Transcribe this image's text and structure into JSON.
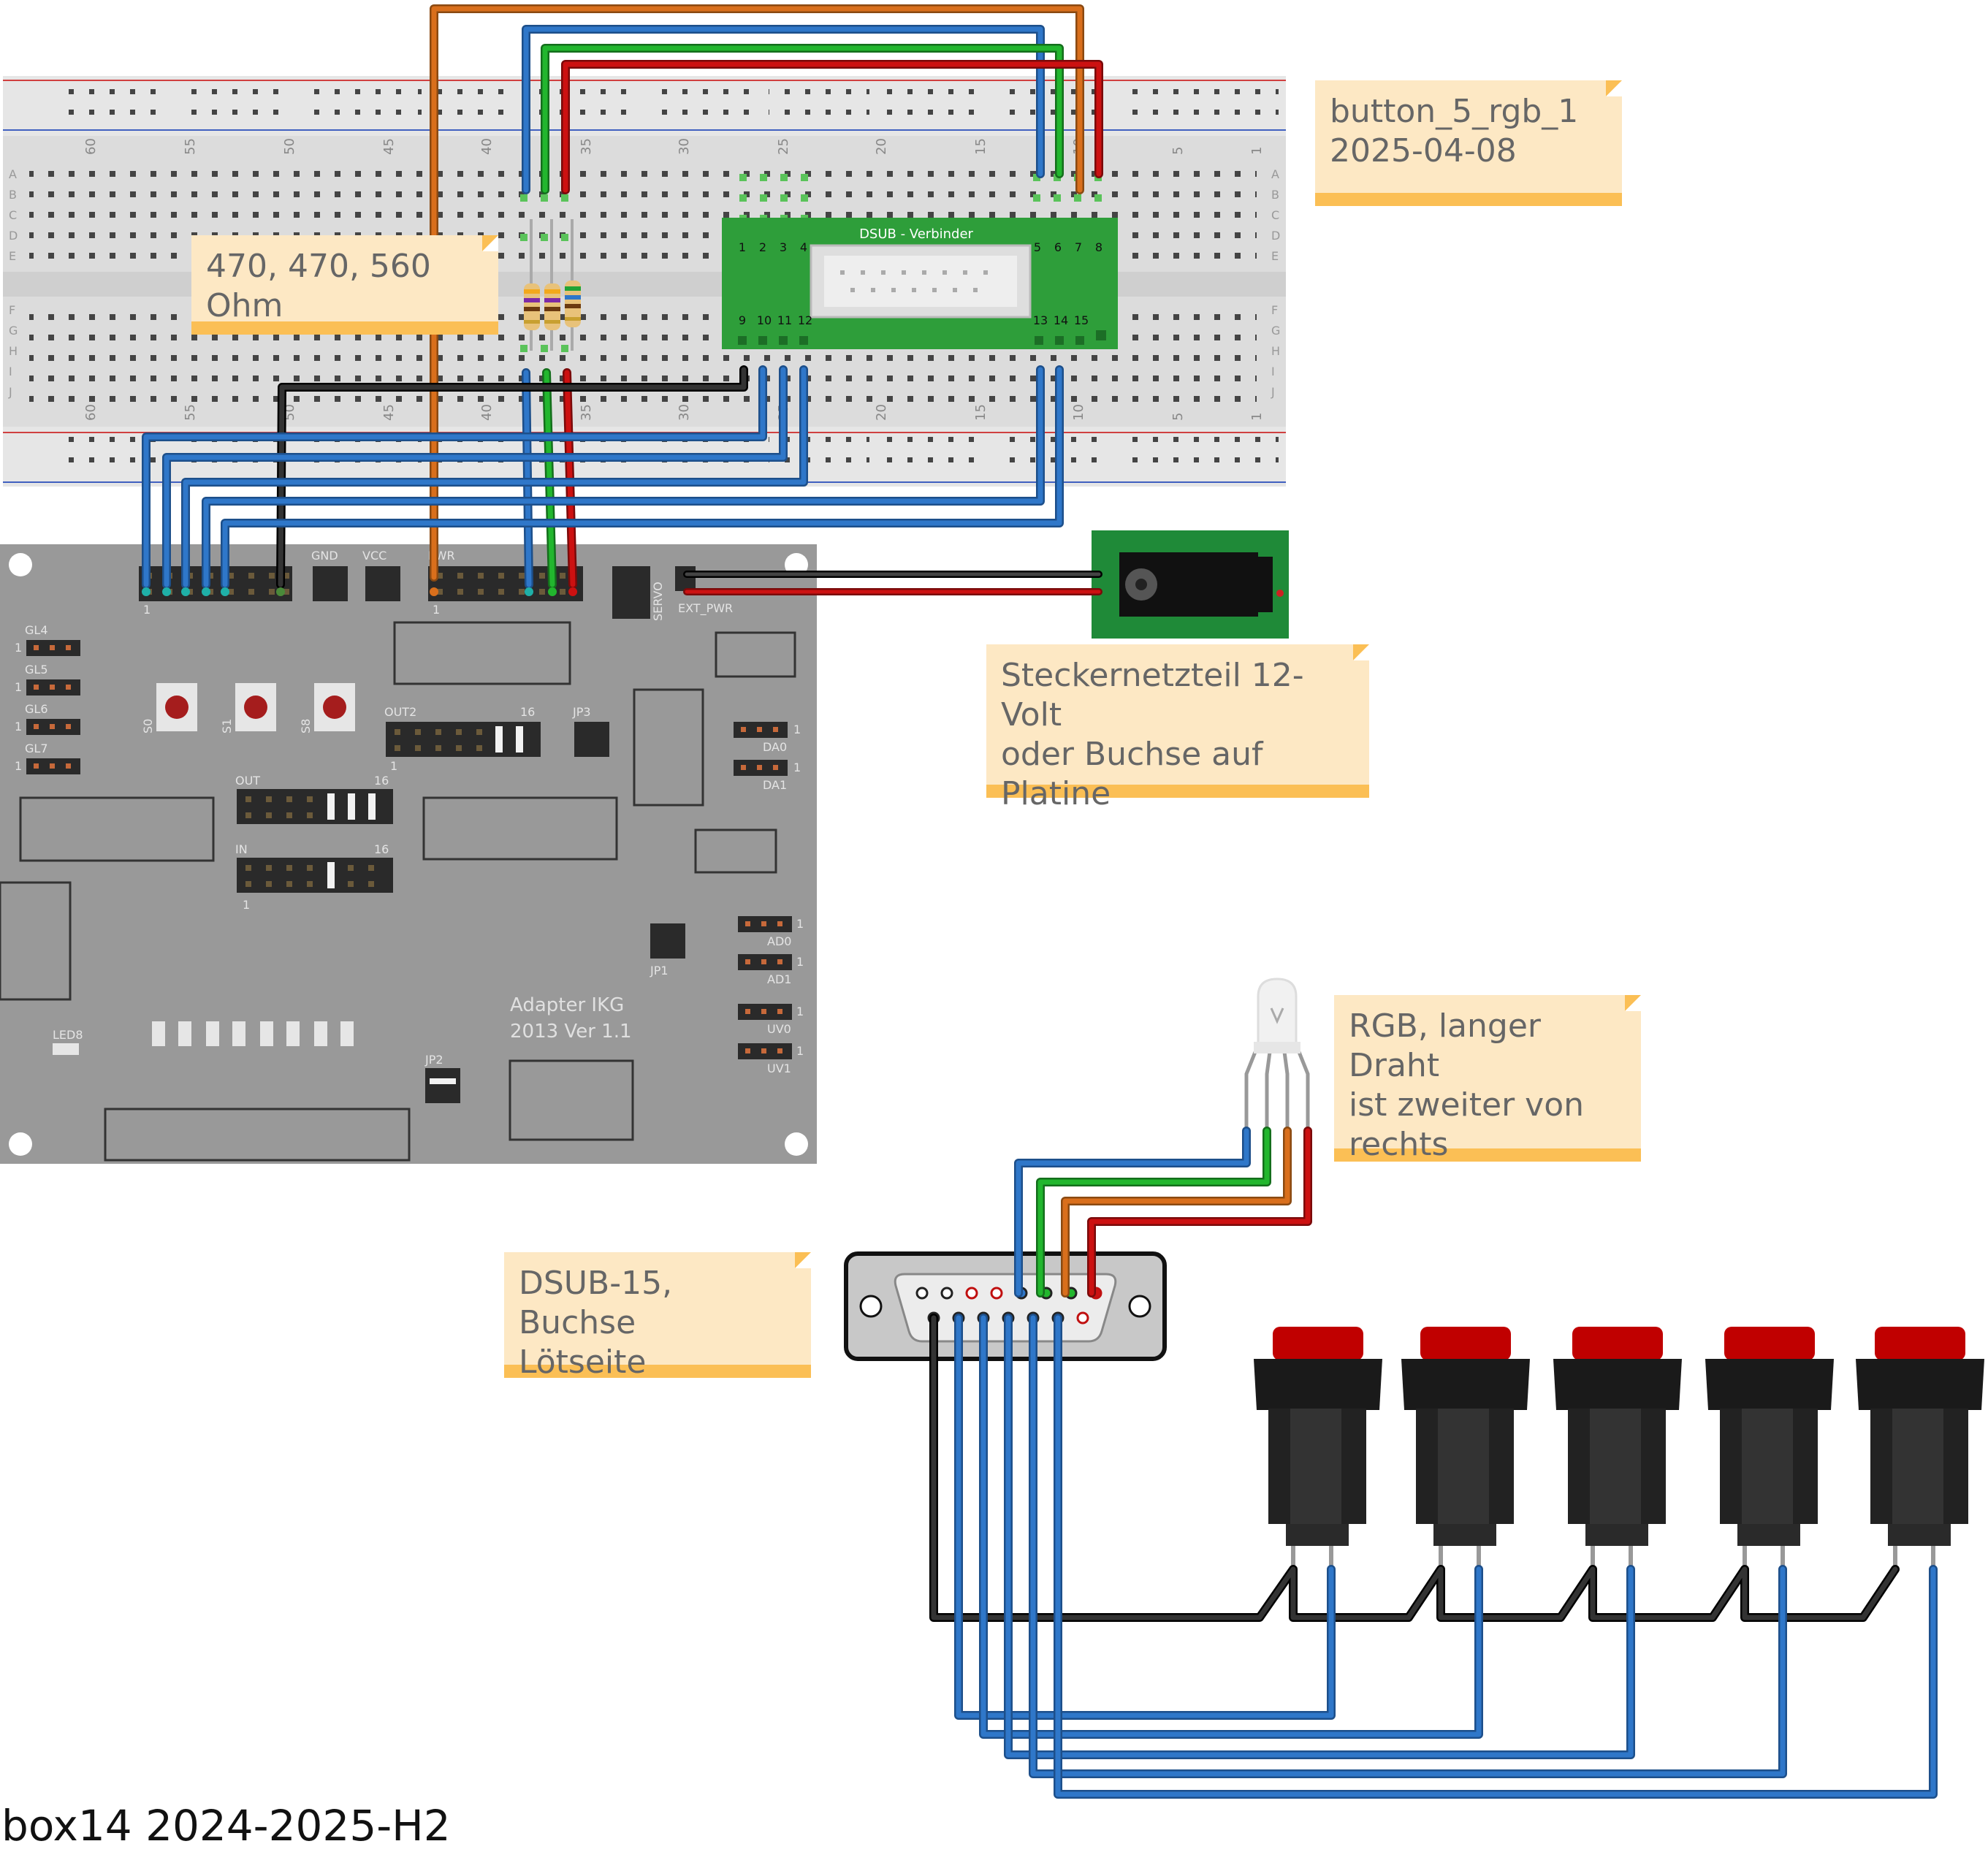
{
  "notes": {
    "title_note": "button_5_rgb_1\n2025-04-08",
    "resistor_note": "470, 470, 560 Ohm",
    "power_note": "Steckernetzteil 12-Volt\noder Buchse auf Platine",
    "rgb_note": "RGB, langer Draht\nist zweiter von\nrechts",
    "dsub_note": "DSUB-15, Buchse\nLötseite"
  },
  "footer": "box14 2024-2025-H2",
  "dsub_module": {
    "label": "DSUB - Verbinder",
    "top_pins_left": [
      "1",
      "2",
      "3",
      "4"
    ],
    "top_pins_right": [
      "5",
      "6",
      "7",
      "8"
    ],
    "bottom_pins_left": [
      "9",
      "10",
      "11",
      "12"
    ],
    "bottom_pins_right": [
      "13",
      "14",
      "15"
    ]
  },
  "board": {
    "name_line1": "Adapter IKG",
    "name_line2": "2013 Ver 1.1",
    "header_labels": {
      "gnd": "GND",
      "vcc": "VCC",
      "pwr": "PWR",
      "servo": "SERVO",
      "ext_pwr": "EXT_PWR",
      "out2": "OUT2",
      "out": "OUT",
      "in": "IN",
      "jp1": "JP1",
      "jp2": "JP2",
      "jp3": "JP3",
      "gl4": "GL4",
      "gl5": "GL5",
      "gl6": "GL6",
      "gl7": "GL7",
      "da0": "DA0",
      "da1": "DA1",
      "ad0": "AD0",
      "ad1": "AD1",
      "uv0": "UV0",
      "uv1": "UV1",
      "led8": "LED8",
      "s0": "S0",
      "s1": "S1",
      "s8": "S8",
      "one": "1",
      "sixteen": "16"
    }
  },
  "breadboard": {
    "column_numbers": [
      "60",
      "55",
      "50",
      "45",
      "40",
      "35",
      "30",
      "25",
      "20",
      "15",
      "10",
      "5",
      "1"
    ],
    "row_letters_top": [
      "A",
      "B",
      "C",
      "D",
      "E"
    ],
    "row_letters_bottom": [
      "F",
      "G",
      "H",
      "I",
      "J"
    ]
  },
  "colors": {
    "wire_blue": "#2f77c9",
    "wire_green": "#22b62e",
    "wire_red": "#cc1111",
    "wire_orange": "#d96f1c",
    "wire_black": "#222222",
    "board_gray": "#999999",
    "module_green": "#2e9e3a",
    "note_fill": "#fde8c4",
    "note_edge": "#fbbf55"
  }
}
